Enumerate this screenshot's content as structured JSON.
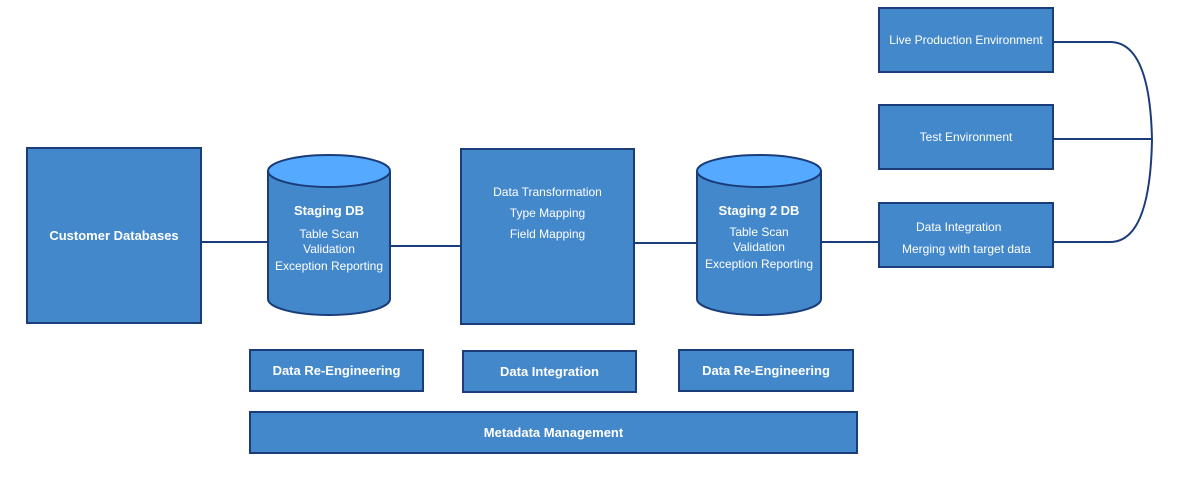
{
  "customer_databases": "Customer Databases",
  "staging_db": {
    "title": "Staging DB",
    "lines": [
      "Table Scan",
      "Validation",
      "Exception Reporting"
    ]
  },
  "transformation": {
    "lines": [
      "Data Transformation",
      "Type Mapping",
      "Field Mapping"
    ]
  },
  "staging2_db": {
    "title": "Staging 2 DB",
    "lines": [
      "Table Scan",
      "Validation",
      "Exception Reporting"
    ]
  },
  "live_production": "Live Production Environment",
  "test_environment": "Test Environment",
  "target_integration": {
    "lines": [
      "Data Integration",
      "Merging with target data"
    ]
  },
  "bottom_labels": {
    "reengineering_1": "Data Re-Engineering",
    "integration": "Data Integration",
    "reengineering_2": "Data Re-Engineering",
    "metadata": "Metadata Management"
  },
  "colors": {
    "fill": "#4488cc",
    "border": "#1a3d7a",
    "cylinder_top": "#55aaff",
    "connector": "#1a3d7a",
    "text": "#ffffff"
  }
}
